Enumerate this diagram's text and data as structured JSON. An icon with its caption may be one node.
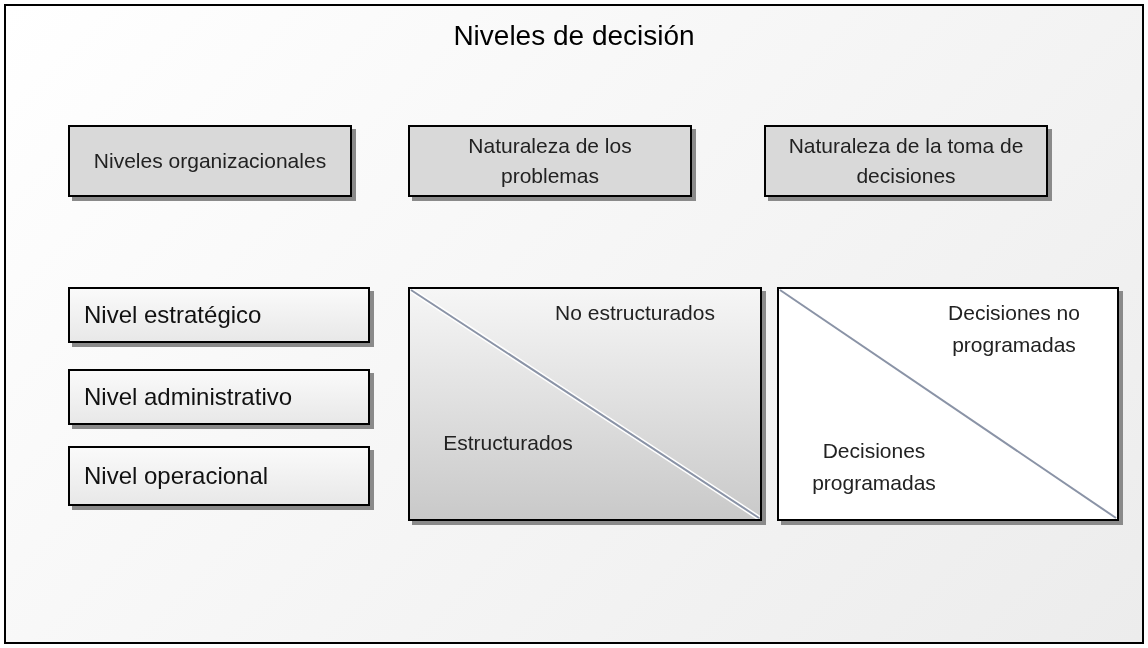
{
  "diagram": {
    "title": "Niveles de decisión",
    "nodes": [
      {
        "text": [
          "Niveles organizacionales"
        ]
      },
      {
        "text": [
          "Naturaleza de los problemas"
        ]
      },
      {
        "text": [
          "Naturaleza de la toma de decisiones"
        ]
      },
      {
        "text": [
          "Nivel estratégico"
        ]
      },
      {
        "text": [
          "Nivel administrativo"
        ]
      },
      {
        "text": [
          "Nivel operacional"
        ]
      },
      {
        "text": [
          "No estructurados",
          "Estructurados"
        ]
      },
      {
        "text": [
          "Decisiones no programadas",
          "Decisiones programadas"
        ]
      }
    ]
  }
}
